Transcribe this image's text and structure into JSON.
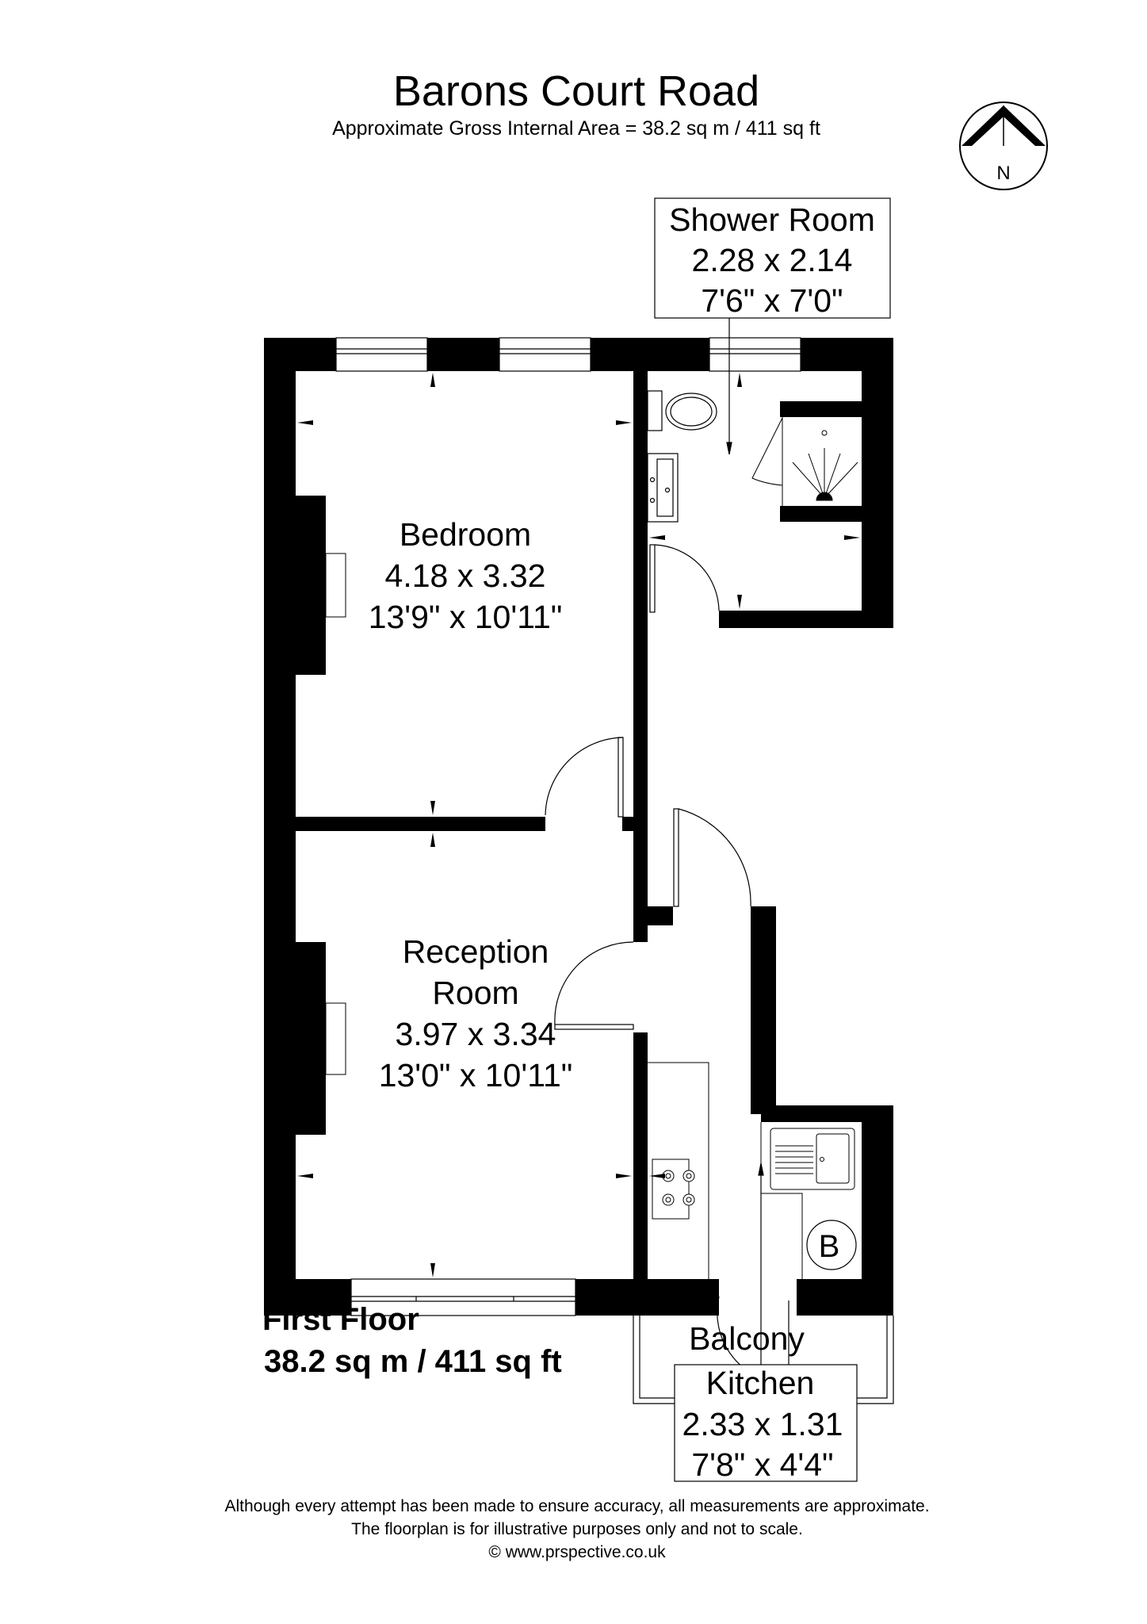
{
  "header": {
    "title": "Barons Court Road",
    "subtitle": "Approximate Gross Internal Area = 38.2 sq m / 411 sq ft"
  },
  "compass": {
    "label": "N"
  },
  "rooms": {
    "bedroom": {
      "name": "Bedroom",
      "metric": "4.18 x 3.32",
      "imperial": "13'9\" x 10'11\""
    },
    "reception": {
      "name_line1": "Reception",
      "name_line2": "Room",
      "metric": "3.97 x 3.34",
      "imperial": "13'0\" x 10'11\""
    },
    "shower": {
      "name": "Shower Room",
      "metric": "2.28 x 2.14",
      "imperial": "7'6\" x 7'0\""
    },
    "kitchen": {
      "name": "Kitchen",
      "metric": "2.33 x 1.31",
      "imperial": "7'8\" x 4'4\""
    },
    "balcony": {
      "name": "Balcony"
    },
    "boiler": {
      "label": "B"
    }
  },
  "floor": {
    "name": "First Floor",
    "area": "38.2 sq m / 411 sq ft"
  },
  "footer": {
    "line1": "Although every attempt has been made to ensure accuracy, all measurements are approximate.",
    "line2": "The floorplan is for illustrative purposes only and not to scale.",
    "line3": "© www.prspective.co.uk"
  }
}
